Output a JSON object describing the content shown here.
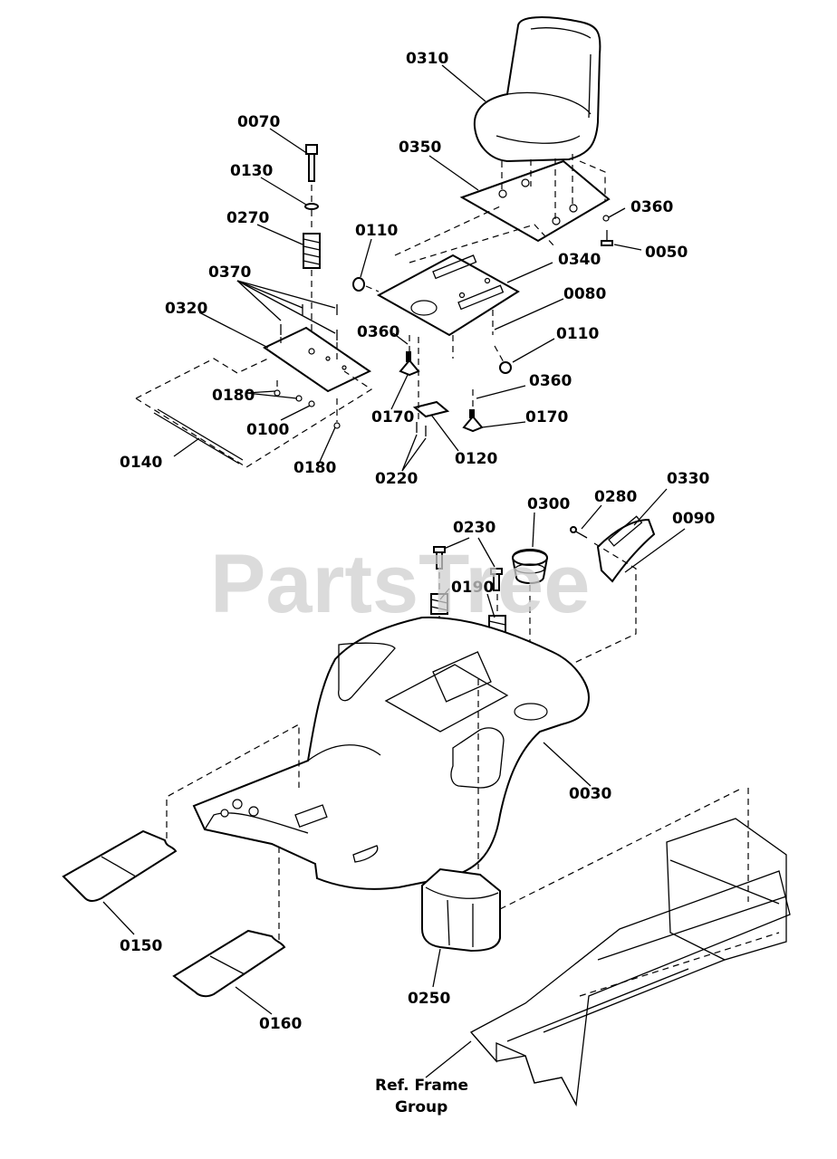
{
  "watermark": "PartsTree",
  "reference_note": {
    "line1": "Ref. Frame",
    "line2": "Group"
  },
  "callouts": [
    {
      "id": "0310"
    },
    {
      "id": "0350"
    },
    {
      "id": "0360"
    },
    {
      "id": "0050"
    },
    {
      "id": "0070"
    },
    {
      "id": "0130"
    },
    {
      "id": "0270"
    },
    {
      "id": "0110"
    },
    {
      "id": "0340"
    },
    {
      "id": "0370"
    },
    {
      "id": "0080"
    },
    {
      "id": "0320"
    },
    {
      "id": "0360"
    },
    {
      "id": "0110"
    },
    {
      "id": "0360"
    },
    {
      "id": "0180"
    },
    {
      "id": "0170"
    },
    {
      "id": "0170"
    },
    {
      "id": "0100"
    },
    {
      "id": "0120"
    },
    {
      "id": "0140"
    },
    {
      "id": "0180"
    },
    {
      "id": "0220"
    },
    {
      "id": "0330"
    },
    {
      "id": "0300"
    },
    {
      "id": "0280"
    },
    {
      "id": "0090"
    },
    {
      "id": "0230"
    },
    {
      "id": "0190"
    },
    {
      "id": "0030"
    },
    {
      "id": "0150"
    },
    {
      "id": "0250"
    },
    {
      "id": "0160"
    }
  ]
}
